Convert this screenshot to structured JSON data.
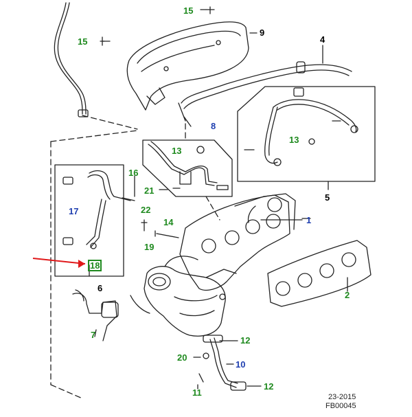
{
  "callouts": {
    "c15a": "15",
    "c15b": "15",
    "c9": "9",
    "c4": "4",
    "c8": "8",
    "c13a": "13",
    "c13b": "13",
    "c5": "5",
    "c16": "16",
    "c17": "17",
    "c21": "21",
    "c22": "22",
    "c14": "14",
    "c1": "1",
    "c19": "19",
    "c18": "18",
    "c6": "6",
    "c2": "2",
    "c7": "7",
    "c12a": "12",
    "c20": "20",
    "c10": "10",
    "c12b": "12",
    "c11": "11"
  },
  "highlighted_part": "18",
  "footer": {
    "date": "23-2015",
    "code": "FB00045"
  },
  "colors": {
    "green": "#1f8a1f",
    "blue": "#1f3fb0",
    "arrow": "#e0191b",
    "line": "#222222"
  }
}
